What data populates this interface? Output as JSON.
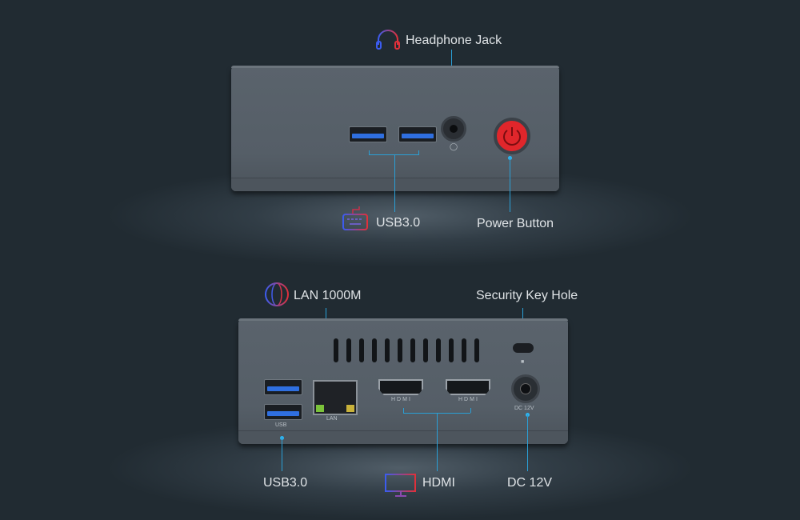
{
  "colors": {
    "background": "#212b32",
    "leader_line": "#2a9fd6",
    "device_body": "#5a636c",
    "power_button": "#e0262b",
    "usb_insert": "#2f6fe0",
    "icon_gradient_start": "#3b5cf0",
    "icon_gradient_end": "#e0303a"
  },
  "front_view": {
    "callouts": {
      "headphone": {
        "label": "Headphone Jack",
        "icon": "headphones-icon"
      },
      "usb": {
        "label": "USB3.0",
        "icon": "keyboard-icon"
      },
      "power": {
        "label": "Power Button",
        "icon": "power-icon"
      }
    },
    "port_glyphs": {
      "headphone": "headset-glyph"
    }
  },
  "rear_view": {
    "callouts": {
      "lan": {
        "label": "LAN 1000M",
        "icon": "globe-icon"
      },
      "security": {
        "label": "Security Key Hole"
      },
      "usb": {
        "label": "USB3.0"
      },
      "hdmi": {
        "label": "HDMI",
        "icon": "monitor-icon"
      },
      "dc": {
        "label": "DC 12V"
      }
    },
    "port_labels": {
      "usb": "USB",
      "lan": "LAN",
      "hdmi1": "HDMI",
      "hdmi2": "HDMI",
      "dc": "DC 12V"
    },
    "vent_count": 12
  }
}
